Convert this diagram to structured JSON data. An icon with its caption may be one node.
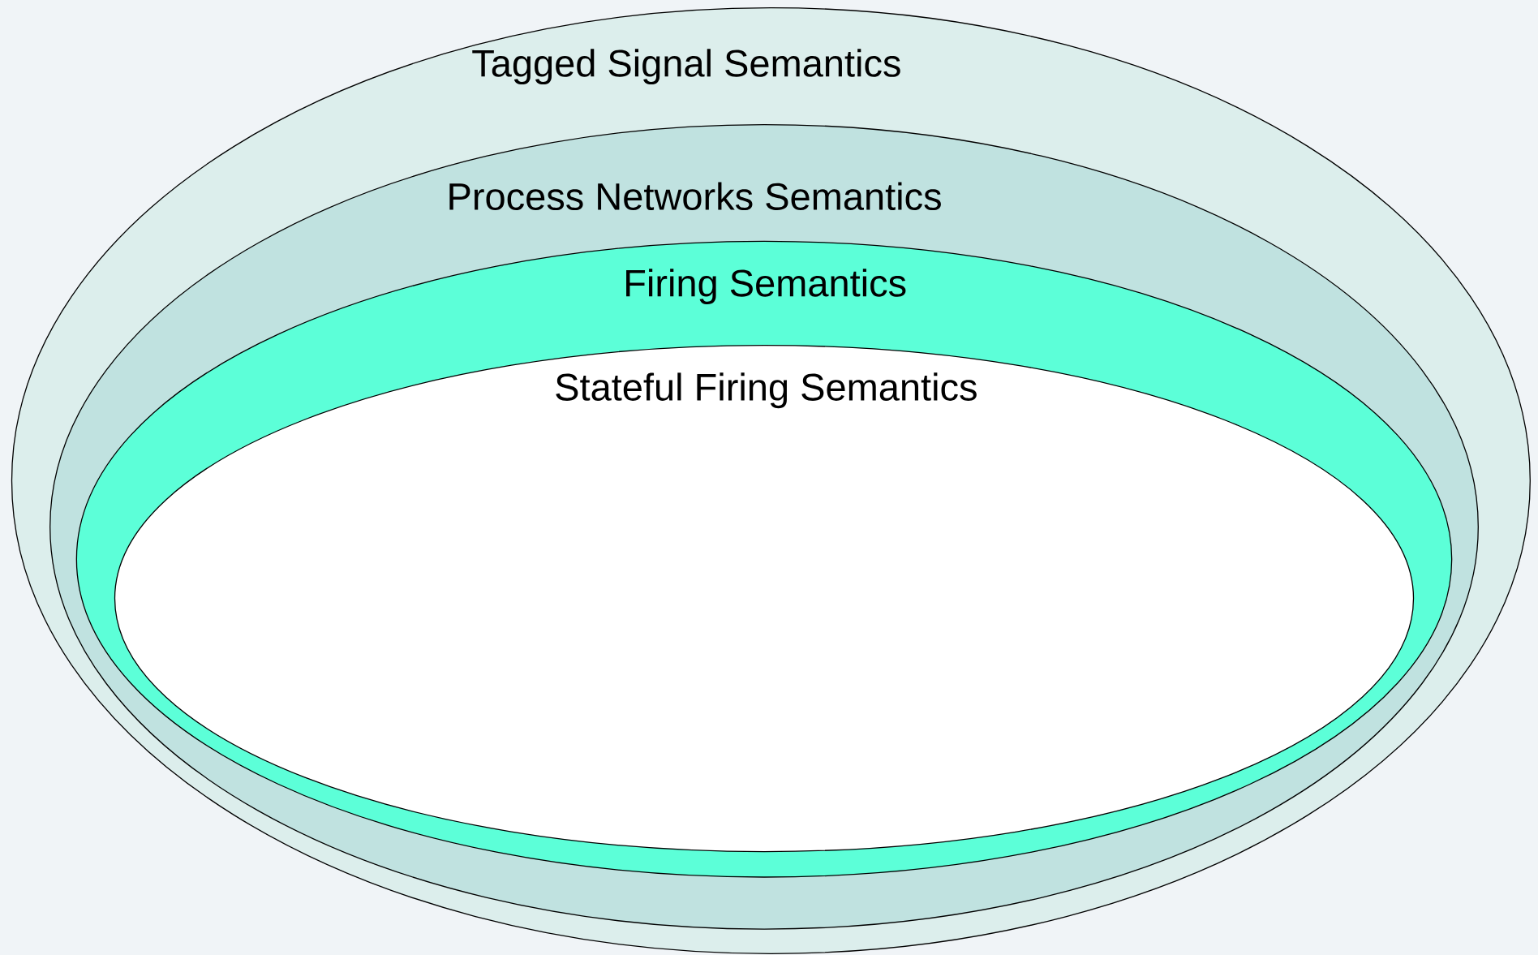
{
  "diagram": {
    "nodes": [
      {
        "text": [
          "Tagged Signal Semantics"
        ]
      },
      {
        "text": [
          "Process Networks Semantics"
        ],
        "in": 0
      },
      {
        "text": [
          "Firing Semantics"
        ],
        "in": 1
      },
      {
        "text": [
          "Stateful Firing Semantics"
        ],
        "in": 2
      }
    ]
  }
}
